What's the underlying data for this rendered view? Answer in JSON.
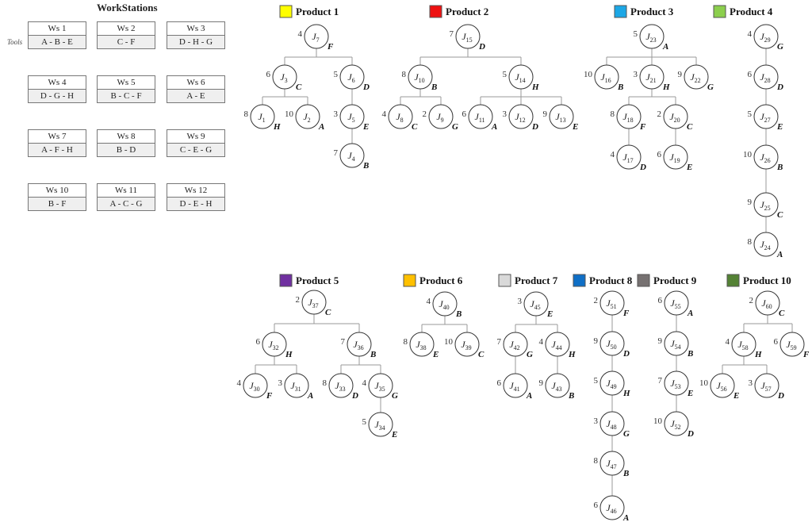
{
  "workstations": {
    "title": "WorkStations",
    "tools_label": "Tools",
    "items": [
      {
        "name": "Ws 1",
        "tools": "A - B - E"
      },
      {
        "name": "Ws 2",
        "tools": "C - F"
      },
      {
        "name": "Ws 3",
        "tools": "D - H - G"
      },
      {
        "name": "Ws 4",
        "tools": "D - G - H"
      },
      {
        "name": "Ws 5",
        "tools": "B - C - F"
      },
      {
        "name": "Ws 6",
        "tools": "A - E"
      },
      {
        "name": "Ws 7",
        "tools": "A - F - H"
      },
      {
        "name": "Ws 8",
        "tools": "B - D"
      },
      {
        "name": "Ws 9",
        "tools": "C - E - G"
      },
      {
        "name": "Ws 10",
        "tools": "B - F"
      },
      {
        "name": "Ws 11",
        "tools": "A - C - G"
      },
      {
        "name": "Ws 12",
        "tools": "D - E - H"
      }
    ]
  },
  "products": [
    {
      "name": "Product 1",
      "color": "#ffff00",
      "nodes": [
        {
          "job": 7,
          "time": 4,
          "tool": "F",
          "parent": null
        },
        {
          "job": 3,
          "time": 6,
          "tool": "C",
          "parent": 7
        },
        {
          "job": 6,
          "time": 5,
          "tool": "D",
          "parent": 7
        },
        {
          "job": 1,
          "time": 8,
          "tool": "H",
          "parent": 3
        },
        {
          "job": 2,
          "time": 10,
          "tool": "A",
          "parent": 3
        },
        {
          "job": 5,
          "time": 3,
          "tool": "E",
          "parent": 6
        },
        {
          "job": 4,
          "time": 7,
          "tool": "B",
          "parent": 5
        }
      ]
    },
    {
      "name": "Product 2",
      "color": "#ee1111",
      "nodes": [
        {
          "job": 15,
          "time": 7,
          "tool": "D",
          "parent": null
        },
        {
          "job": 10,
          "time": 8,
          "tool": "B",
          "parent": 15
        },
        {
          "job": 14,
          "time": 5,
          "tool": "H",
          "parent": 15
        },
        {
          "job": 8,
          "time": 4,
          "tool": "C",
          "parent": 10
        },
        {
          "job": 9,
          "time": 2,
          "tool": "G",
          "parent": 10
        },
        {
          "job": 11,
          "time": 6,
          "tool": "A",
          "parent": 14
        },
        {
          "job": 12,
          "time": 3,
          "tool": "D",
          "parent": 14
        },
        {
          "job": 13,
          "time": 9,
          "tool": "E",
          "parent": 14
        }
      ]
    },
    {
      "name": "Product 3",
      "color": "#1ca7e6",
      "nodes": [
        {
          "job": 23,
          "time": 5,
          "tool": "A",
          "parent": null
        },
        {
          "job": 16,
          "time": 10,
          "tool": "B",
          "parent": 23
        },
        {
          "job": 21,
          "time": 3,
          "tool": "H",
          "parent": 23
        },
        {
          "job": 22,
          "time": 9,
          "tool": "G",
          "parent": 23
        },
        {
          "job": 18,
          "time": 8,
          "tool": "F",
          "parent": 21
        },
        {
          "job": 20,
          "time": 2,
          "tool": "C",
          "parent": 21
        },
        {
          "job": 17,
          "time": 4,
          "tool": "D",
          "parent": 18
        },
        {
          "job": 19,
          "time": 6,
          "tool": "E",
          "parent": 20
        }
      ]
    },
    {
      "name": "Product 4",
      "color": "#8ccf4d",
      "nodes": [
        {
          "job": 29,
          "time": 4,
          "tool": "G",
          "parent": null
        },
        {
          "job": 28,
          "time": 6,
          "tool": "D",
          "parent": 29
        },
        {
          "job": 27,
          "time": 5,
          "tool": "E",
          "parent": 28
        },
        {
          "job": 26,
          "time": 10,
          "tool": "B",
          "parent": 27
        },
        {
          "job": 25,
          "time": 9,
          "tool": "C",
          "parent": 26
        },
        {
          "job": 24,
          "time": 8,
          "tool": "A",
          "parent": 25
        }
      ]
    },
    {
      "name": "Product 5",
      "color": "#7030a0",
      "nodes": [
        {
          "job": 37,
          "time": 2,
          "tool": "C",
          "parent": null
        },
        {
          "job": 32,
          "time": 6,
          "tool": "H",
          "parent": 37
        },
        {
          "job": 36,
          "time": 7,
          "tool": "B",
          "parent": 37
        },
        {
          "job": 30,
          "time": 4,
          "tool": "F",
          "parent": 32
        },
        {
          "job": 31,
          "time": 3,
          "tool": "A",
          "parent": 32
        },
        {
          "job": 33,
          "time": 8,
          "tool": "D",
          "parent": 36
        },
        {
          "job": 35,
          "time": 4,
          "tool": "G",
          "parent": 36
        },
        {
          "job": 34,
          "time": 5,
          "tool": "E",
          "parent": 35
        }
      ]
    },
    {
      "name": "Product 6",
      "color": "#ffc000",
      "nodes": [
        {
          "job": 40,
          "time": 4,
          "tool": "B",
          "parent": null
        },
        {
          "job": 38,
          "time": 8,
          "tool": "E",
          "parent": 40
        },
        {
          "job": 39,
          "time": 10,
          "tool": "C",
          "parent": 40
        }
      ]
    },
    {
      "name": "Product 7",
      "color": "#d9d9d9",
      "nodes": [
        {
          "job": 45,
          "time": 3,
          "tool": "E",
          "parent": null
        },
        {
          "job": 42,
          "time": 7,
          "tool": "G",
          "parent": 45
        },
        {
          "job": 44,
          "time": 4,
          "tool": "H",
          "parent": 45
        },
        {
          "job": 41,
          "time": 6,
          "tool": "A",
          "parent": 42
        },
        {
          "job": 43,
          "time": 9,
          "tool": "B",
          "parent": 44
        }
      ]
    },
    {
      "name": "Product 8",
      "color": "#0f6fc6",
      "nodes": [
        {
          "job": 51,
          "time": 2,
          "tool": "F",
          "parent": null
        },
        {
          "job": 50,
          "time": 9,
          "tool": "D",
          "parent": 51
        },
        {
          "job": 49,
          "time": 5,
          "tool": "H",
          "parent": 50
        },
        {
          "job": 48,
          "time": 3,
          "tool": "G",
          "parent": 49
        },
        {
          "job": 47,
          "time": 8,
          "tool": "B",
          "parent": 48
        },
        {
          "job": 46,
          "time": 6,
          "tool": "A",
          "parent": 47
        }
      ]
    },
    {
      "name": "Product 9",
      "color": "#767171",
      "nodes": [
        {
          "job": 55,
          "time": 6,
          "tool": "A",
          "parent": null
        },
        {
          "job": 54,
          "time": 9,
          "tool": "B",
          "parent": 55
        },
        {
          "job": 53,
          "time": 7,
          "tool": "E",
          "parent": 54
        },
        {
          "job": 52,
          "time": 10,
          "tool": "D",
          "parent": 53
        }
      ]
    },
    {
      "name": "Product 10",
      "color": "#548235",
      "nodes": [
        {
          "job": 60,
          "time": 2,
          "tool": "C",
          "parent": null
        },
        {
          "job": 58,
          "time": 4,
          "tool": "H",
          "parent": 60
        },
        {
          "job": 59,
          "time": 6,
          "tool": "F",
          "parent": 60
        },
        {
          "job": 56,
          "time": 10,
          "tool": "E",
          "parent": 58
        },
        {
          "job": 57,
          "time": 3,
          "tool": "D",
          "parent": 58
        }
      ]
    }
  ]
}
